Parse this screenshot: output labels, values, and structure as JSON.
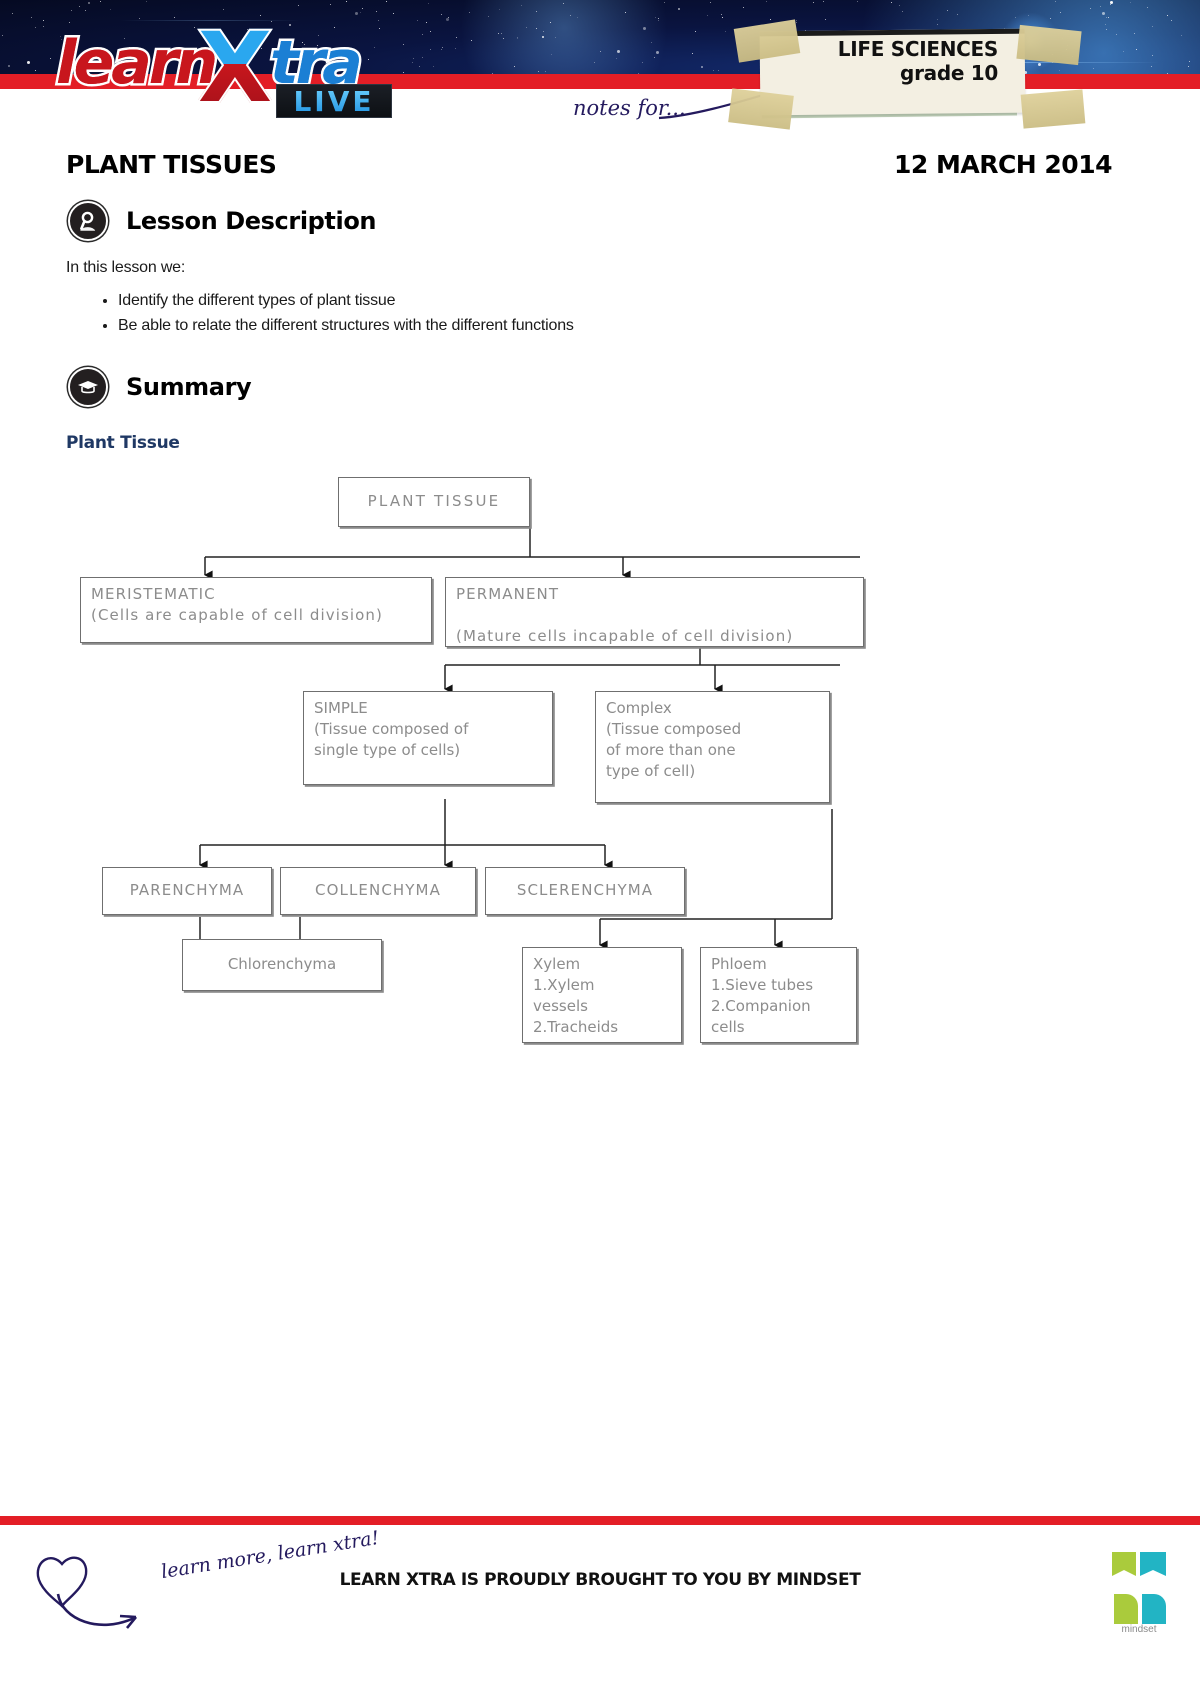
{
  "header": {
    "logo": {
      "learn": "learn",
      "x": "X",
      "tra": "tra",
      "live": "LIVE"
    },
    "notes_for": "notes for...",
    "sign": {
      "line1": "LIFE SCIENCES",
      "line2": "grade 10"
    }
  },
  "doc": {
    "title": "PLANT TISSUES",
    "date": "12 MARCH 2014"
  },
  "sections": {
    "lesson_description": {
      "heading": "Lesson Description",
      "icon": "magnifier-icon",
      "lead": "In this lesson we:",
      "bullets": [
        "Identify the different types of plant tissue",
        "Be able to relate the different structures with the different functions"
      ]
    },
    "summary": {
      "heading": "Summary",
      "icon": "graduation-cap-icon",
      "subheading": "Plant Tissue"
    }
  },
  "chart_data": {
    "type": "diagram",
    "title": "Plant Tissue",
    "nodes": [
      {
        "id": "plant_tissue",
        "label": "PLANT TISSUE"
      },
      {
        "id": "meristematic",
        "label": "MERISTEMATIC\n(Cells are capable of cell division)"
      },
      {
        "id": "permanent",
        "label": "PERMANENT\n\n(Mature cells incapable of cell division)"
      },
      {
        "id": "simple",
        "label": "SIMPLE\n(Tissue composed of\nsingle type of cells)"
      },
      {
        "id": "complex",
        "label": "Complex\n(Tissue composed\nof more than one\ntype of cell)"
      },
      {
        "id": "parenchyma",
        "label": "PARENCHYMA"
      },
      {
        "id": "collenchyma",
        "label": "COLLENCHYMA"
      },
      {
        "id": "sclerenchyma",
        "label": "SCLERENCHYMA"
      },
      {
        "id": "chlorenchyma",
        "label": "Chlorenchyma"
      },
      {
        "id": "xylem",
        "label": "Xylem\n1.Xylem\n   vessels\n2.Tracheids"
      },
      {
        "id": "phloem",
        "label": "Phloem\n1.Sieve tubes\n2.Companion\n   cells"
      }
    ],
    "edges": [
      {
        "from": "plant_tissue",
        "to": "meristematic"
      },
      {
        "from": "plant_tissue",
        "to": "permanent"
      },
      {
        "from": "permanent",
        "to": "simple"
      },
      {
        "from": "permanent",
        "to": "complex"
      },
      {
        "from": "simple",
        "to": "parenchyma"
      },
      {
        "from": "simple",
        "to": "collenchyma"
      },
      {
        "from": "simple",
        "to": "sclerenchyma"
      },
      {
        "from": "parenchyma",
        "to": "chlorenchyma"
      },
      {
        "from": "collenchyma",
        "to": "chlorenchyma"
      },
      {
        "from": "complex",
        "to": "xylem"
      },
      {
        "from": "complex",
        "to": "phloem"
      }
    ]
  },
  "footer": {
    "handwriting": "learn more, learn xtra!",
    "center_text": "LEARN XTRA IS PROUDLY BROUGHT TO YOU BY MINDSET",
    "brand": "mindset"
  },
  "colors": {
    "red_bar": "#e31e26",
    "heading_blue": "#1f3864",
    "diagram_text": "#8c8c8c",
    "ink_navy": "#241a5e"
  }
}
